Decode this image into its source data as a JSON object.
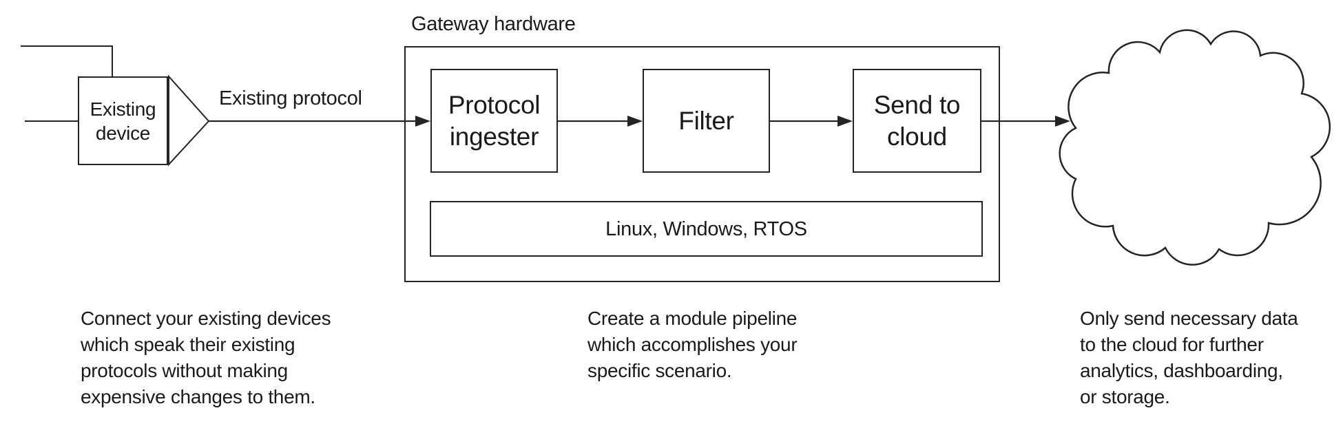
{
  "diagram": {
    "colors": {
      "line": "#242424",
      "text": "#1a1a1a",
      "background": "#ffffff"
    },
    "device": {
      "label": "Existing\ndevice"
    },
    "protocol_arrow_label": "Existing protocol",
    "gateway": {
      "title": "Gateway hardware",
      "modules": [
        {
          "label": "Protocol\ningester"
        },
        {
          "label": "Filter"
        },
        {
          "label": "Send to\ncloud"
        }
      ],
      "os_bar_label": "Linux, Windows, RTOS"
    },
    "icons": {
      "cloud": "cloud-shape",
      "device_output": "device-output-triangle"
    },
    "captions": [
      "Connect your existing devices\nwhich speak their existing\nprotocols without making\nexpensive changes to them.",
      "Create a module pipeline\nwhich accomplishes your\nspecific scenario.",
      "Only send necessary data\nto the cloud for further\nanalytics, dashboarding,\nor storage."
    ]
  }
}
